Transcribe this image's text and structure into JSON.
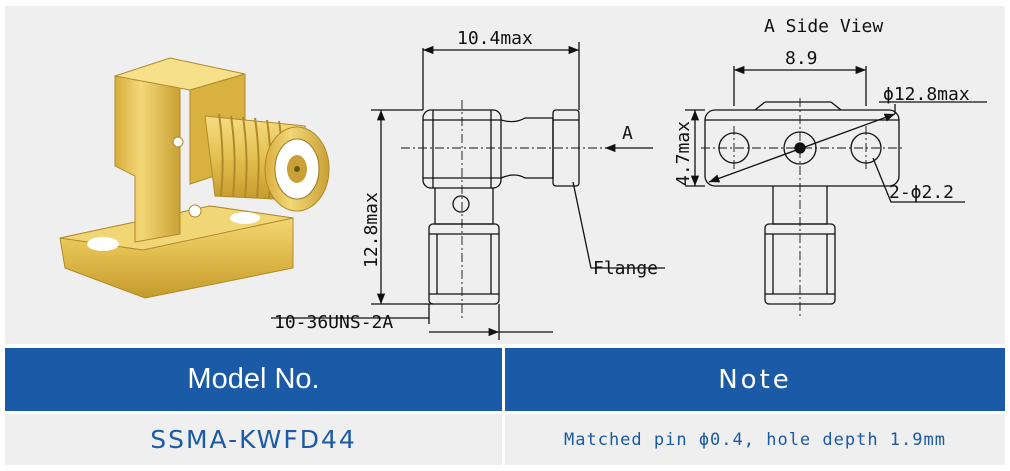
{
  "drawing": {
    "side_view_title": "A Side View",
    "dim_width": "10.4max",
    "dim_height": "12.8max",
    "dim_thread": "10-36UNS-2A",
    "view_arrow": "A",
    "label_flange": "Flange",
    "dim_hole_spacing": "8.9",
    "dim_flange_length": "ϕ12.8max",
    "dim_flange_height": "4.7max",
    "dim_holes": "2-ϕ2.2"
  },
  "table": {
    "header_model": "Model No.",
    "header_note": "Note",
    "model_value": "SSMA-KWFD44",
    "note_value": "Matched pin ϕ0.4, hole depth 1.9mm"
  },
  "colors": {
    "header_bg": "#1a5aa6",
    "header_text": "#ffffff",
    "value_text": "#1a5aa6",
    "panel_bg": "#efefef",
    "gold": "#e3c25a"
  }
}
